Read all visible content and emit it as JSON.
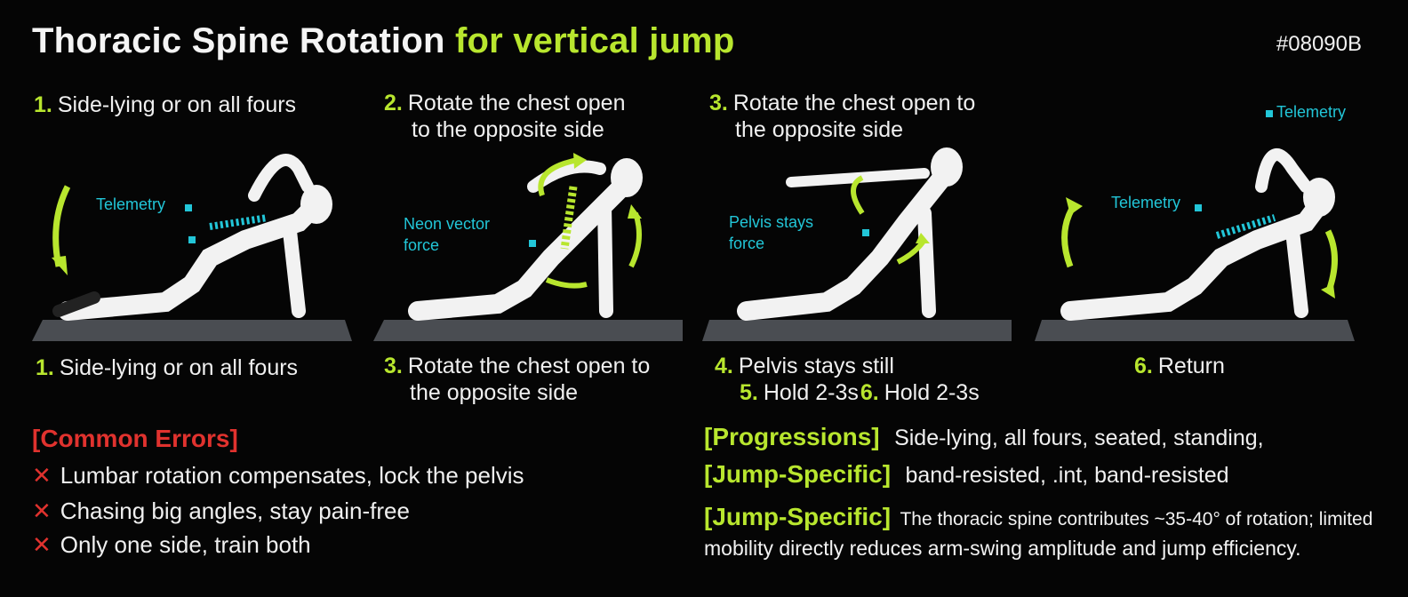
{
  "title": {
    "main": "Thoracic Spine Rotation",
    "accent": "for vertical jump"
  },
  "code": "#08090B",
  "top_steps": [
    {
      "num": "1.",
      "text": "Side-lying or on all fours"
    },
    {
      "num": "2.",
      "text": "Rotate the chest open",
      "text2": "to the opposite side"
    },
    {
      "num": "3.",
      "text": "Rotate the chest open to",
      "text2": "the opposite side"
    }
  ],
  "panel_labels": {
    "p1": "Telemetry",
    "p2a": "Neon vector",
    "p2b": "force",
    "p3a": "Pelvis stays",
    "p3b": "force",
    "p4a": "Telemetry",
    "p4b": "Telemetry"
  },
  "captions": {
    "c1_num": "1.",
    "c1": "Side-lying or on all fours",
    "c2_num": "3.",
    "c2a": "Rotate the chest open to",
    "c2b": "the opposite side",
    "c3_num": "4.",
    "c3": "Pelvis stays still",
    "c3b_num": "5.",
    "c3b": "Hold 2-3s",
    "c3c_num": "6.",
    "c3c": "Hold 2-3s",
    "c4_num": "6.",
    "c4": "Return"
  },
  "errors": {
    "heading": "[Common Errors]",
    "items": [
      "Lumbar rotation compensates, lock the pelvis",
      "Chasing big angles, stay pain-free",
      "Only one side, train both"
    ]
  },
  "right": {
    "prog_tag": "[Progressions]",
    "prog_text": "Side-lying, all fours, seated, standing,",
    "jump_tag1": "[Jump-Specific]",
    "jump_text1": "band-resisted, .int, band-resisted",
    "jump_tag2": "[Jump-Specific]",
    "jump_text2a": "The thoracic spine contributes ~35-40° of rotation; limited",
    "jump_text2b": "mobility directly reduces arm-swing amplitude and jump efficiency."
  },
  "colors": {
    "accent": "#b8e62e",
    "error": "#e0322e",
    "telemetry": "#22c6d8",
    "bg": "#050505",
    "mat": "#4a4d52"
  }
}
